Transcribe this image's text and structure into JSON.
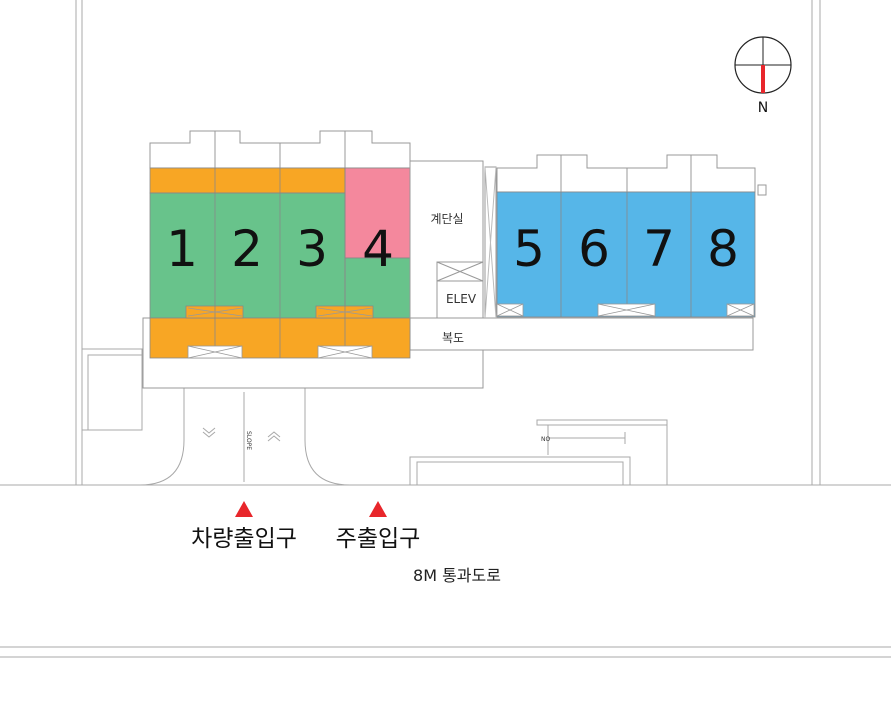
{
  "units_left": [
    "1",
    "2",
    "3",
    "4"
  ],
  "units_right": [
    "5",
    "6",
    "7",
    "8"
  ],
  "rooms": {
    "stair": "계단실",
    "elevator": "ELEV",
    "corridor": "복도"
  },
  "slope_label": "SLOPE",
  "small_label": "NO",
  "north_label": "N",
  "entrances": {
    "vehicle": "차량출입구",
    "main": "주출입구"
  },
  "road_label": "8M 통과도로",
  "colors": {
    "green": "#68c38b",
    "orange": "#f8a624",
    "pink": "#f4889d",
    "blue": "#56b6e8",
    "marker_red": "#e8262b",
    "compass_red": "#e8262b",
    "line": "#999999"
  }
}
